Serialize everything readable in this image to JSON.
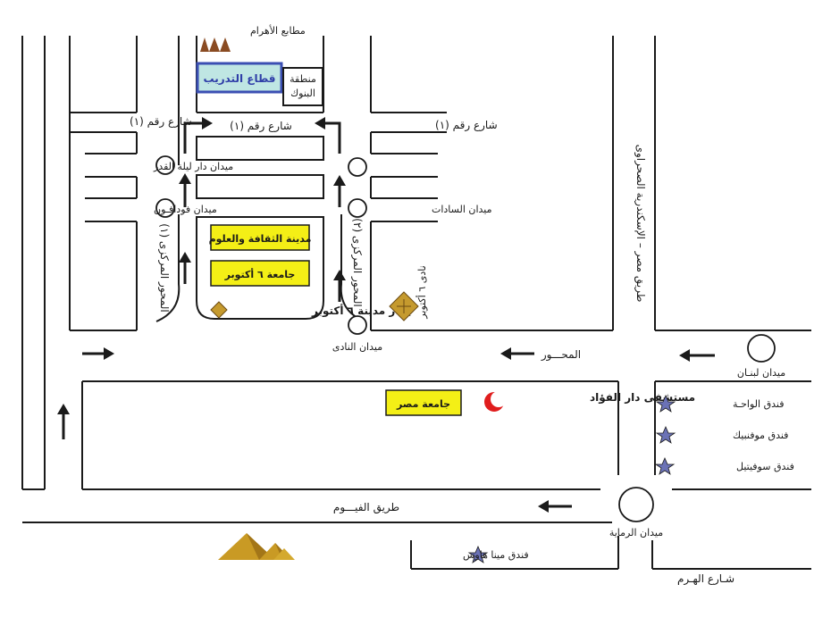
{
  "colors": {
    "road": "#1a1a1a",
    "yellow_box": "#f4ef16",
    "training_box": "#bfe6e3",
    "training_border": "#3b4fb3",
    "training_text": "#2f3ea8",
    "pyramid": "#c99a24",
    "pyramid_small": "#8a4b22",
    "star": "#6b72b6",
    "diamond": "#c59a2e",
    "crescent": "#e01d1d"
  },
  "top": {
    "printing_label": "مطابع الأهرام",
    "training_sector": "قطاع التدريب",
    "banks_area_line1": "منطقة",
    "banks_area_line2": "البنوك"
  },
  "streets": {
    "street1_left": "شارع رقم (١)",
    "street1_center": "شارع رقم (١)",
    "street1_right": "شارع رقم (١)",
    "mehwar": "المحـــور",
    "fayoum_road": "طريق الفيـــوم",
    "haram_street": "شـارع الهـرم",
    "desert_road": "طريق مصر – الإسكندرية الصحراوى",
    "central_axis_1": "المحور المركزى (١)",
    "central_axis_2": "المحور المركزى (٢)"
  },
  "squares": {
    "laylat_alqadr": "ميدان دار ليلة القدر",
    "vodafone": "ميدان فودافـون",
    "sadat": "ميدان السادات",
    "nadi": "ميدان النادى",
    "lebanon": "ميدان لبنـان",
    "remaya": "ميدان الرماية"
  },
  "landmarks": {
    "culture_city": "مدينة الثقافة والعلوم",
    "october_university": "جامعة ٦ أكتوبر",
    "city_authority": "جهاز مدينة ٦ أكتوبر",
    "october_club": "نادى ٦ أكتوبر",
    "misr_university": "جامعة مصر",
    "hospital": "مستشفى دار الفؤاد"
  },
  "hotels": {
    "oasis": "فندق الواحـة",
    "movenpick": "فندق موفنبيك",
    "sofitel": "فندق سوفيتيل",
    "mena_house": "فندق مينا هاوس"
  }
}
